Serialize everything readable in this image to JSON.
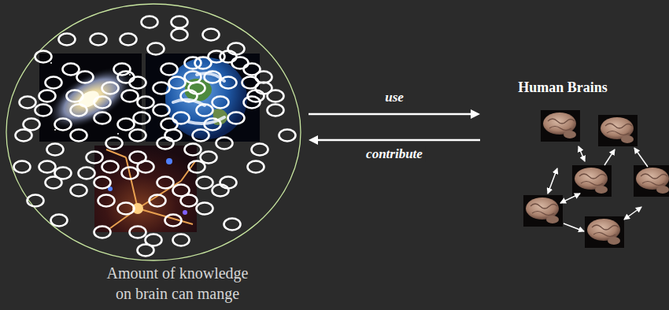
{
  "diagram": {
    "nodes": [
      {
        "text": [
          "Amount of knowledge on brain can mange"
        ]
      },
      {
        "text": [
          "Human Brains"
        ]
      }
    ],
    "edges": [
      {
        "from": 0,
        "to": 1,
        "label": "use",
        "arrow": "to"
      },
      {
        "from": 1,
        "to": 0,
        "label": "contribute",
        "arrow": "to"
      }
    ]
  }
}
